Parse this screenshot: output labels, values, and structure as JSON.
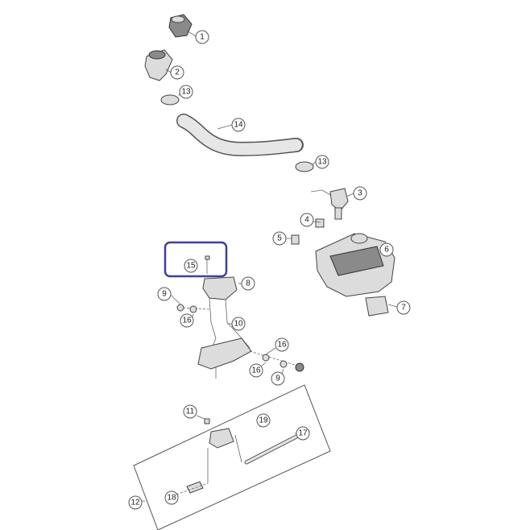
{
  "diagram": {
    "callouts": [
      {
        "id": "c1",
        "label": "1"
      },
      {
        "id": "c2",
        "label": "2"
      },
      {
        "id": "c13a",
        "label": "13"
      },
      {
        "id": "c14",
        "label": "14"
      },
      {
        "id": "c13b",
        "label": "13"
      },
      {
        "id": "c3",
        "label": "3"
      },
      {
        "id": "c4",
        "label": "4"
      },
      {
        "id": "c5",
        "label": "5"
      },
      {
        "id": "c6",
        "label": "6"
      },
      {
        "id": "c7",
        "label": "7"
      },
      {
        "id": "c15",
        "label": "15"
      },
      {
        "id": "c8",
        "label": "8"
      },
      {
        "id": "c9a",
        "label": "9"
      },
      {
        "id": "c16a",
        "label": "16"
      },
      {
        "id": "c10",
        "label": "10"
      },
      {
        "id": "c16b",
        "label": "16"
      },
      {
        "id": "c16c",
        "label": "16"
      },
      {
        "id": "c9b",
        "label": "9"
      },
      {
        "id": "c11",
        "label": "11"
      },
      {
        "id": "c19",
        "label": "19"
      },
      {
        "id": "c17",
        "label": "17"
      },
      {
        "id": "c18",
        "label": "18"
      },
      {
        "id": "c12",
        "label": "12"
      }
    ],
    "highlight_color": "#3f3f9f"
  }
}
